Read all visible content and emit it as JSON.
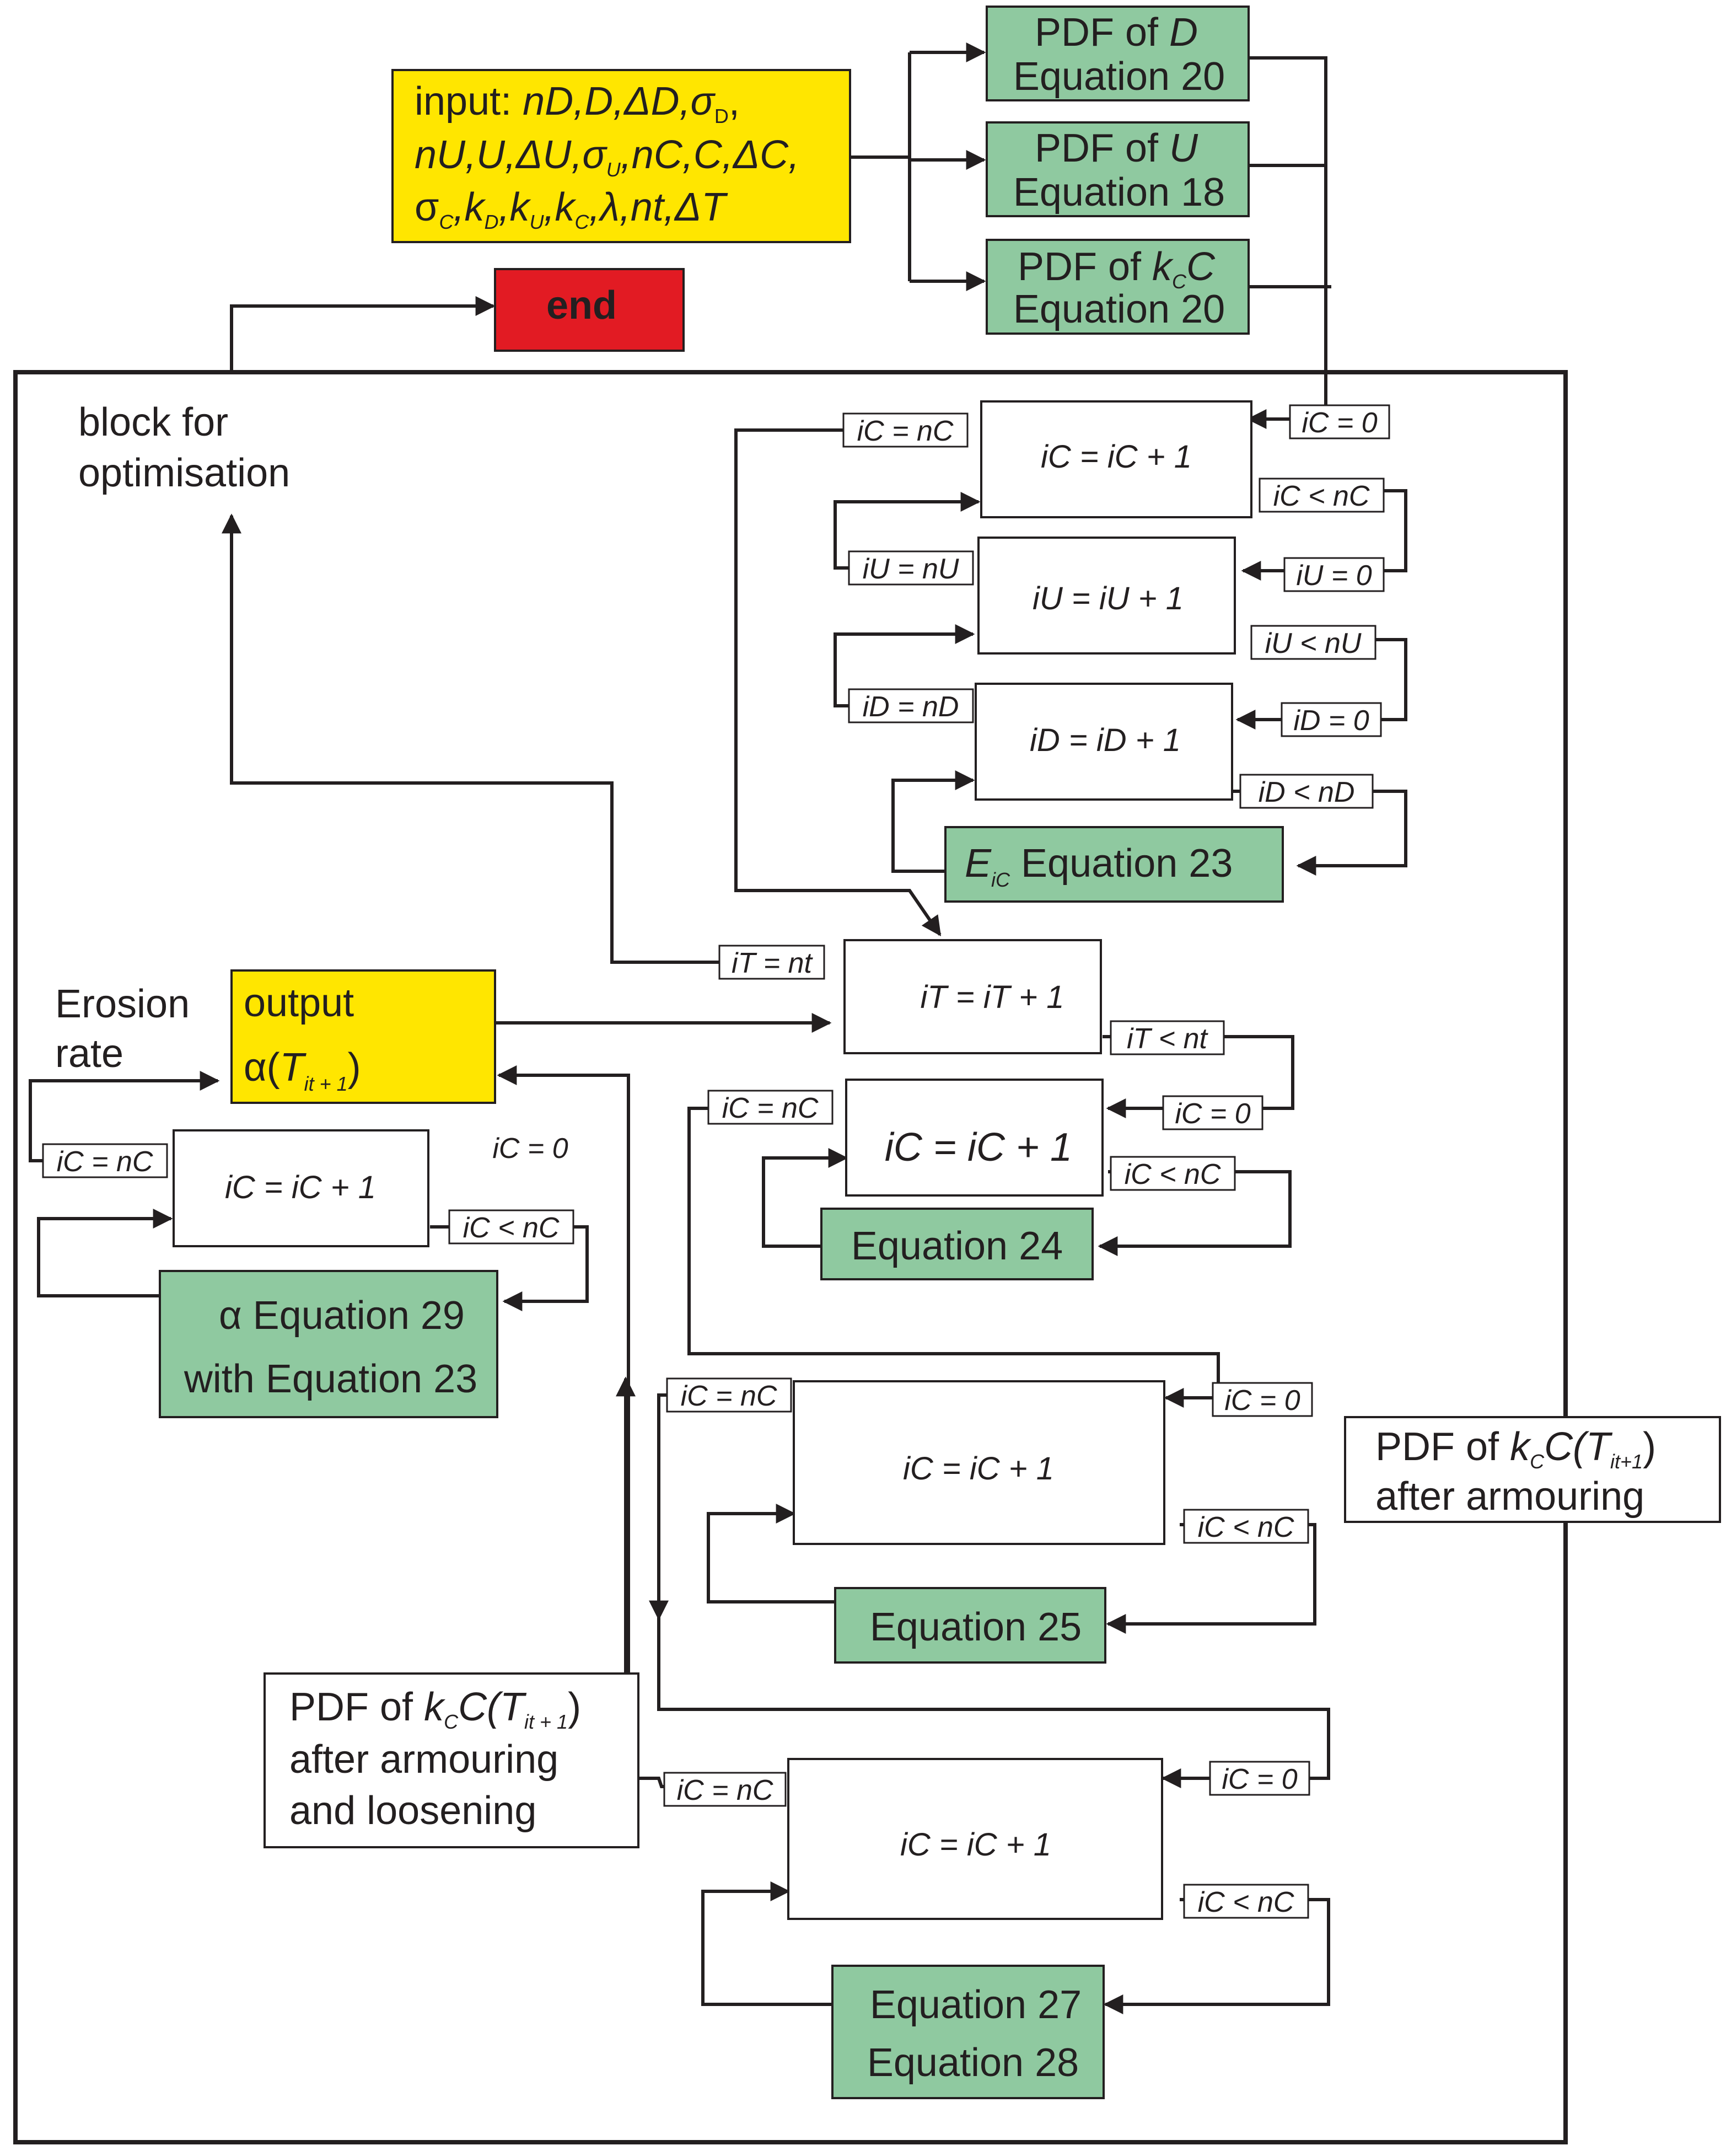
{
  "colors": {
    "yellow": "#ffe600",
    "green": "#8fc9a0",
    "red": "#e21b23",
    "line": "#231f20",
    "white": "#ffffff"
  },
  "input": {
    "prefix": "input: ",
    "line1_vars": "nD,D,ΔD,σ",
    "line1_sub": "D",
    "line2": "nU,U,ΔU,σ",
    "line2_sub": "U",
    "line2_rest": ",nC,C,ΔC,",
    "line3_a": "σ",
    "line3_sub_c": "C",
    "line3_k": ",k",
    "line3_sub_d": "D",
    "line3_k2": ",k",
    "line3_sub_u": "U",
    "line3_k3": ",k",
    "line3_sub_c2": "C",
    "line3_end": ",λ,nt,ΔT"
  },
  "end_label": "end",
  "pdf_d": {
    "line1_a": "PDF of ",
    "line1_b": "D",
    "line2": "Equation 20"
  },
  "pdf_u": {
    "line1_a": "PDF of ",
    "line1_b": "U",
    "line2": "Equation 18"
  },
  "pdf_kc": {
    "line1_a": "PDF of ",
    "line1_k": "k",
    "line1_sub": "C",
    "line1_c": "C",
    "line2": "Equation 20"
  },
  "block_label": {
    "line1": "block for",
    "line2": "optimisation"
  },
  "loop_ic_top": {
    "body": "iC = iC + 1",
    "exit": "iC = nC",
    "init": "iC = 0",
    "cont": "iC < nC"
  },
  "loop_iu": {
    "body": "iU = iU + 1",
    "exit": "iU = nU",
    "init": "iU = 0",
    "cont": "iU < nU"
  },
  "loop_id": {
    "body": "iD = iD + 1",
    "exit": "iD = nD",
    "init": "iD = 0",
    "cont": "iD < nD"
  },
  "eic": {
    "e": "E",
    "sub": "iC",
    "rest": " Equation 23"
  },
  "loop_it": {
    "body": "iT = iT + 1",
    "exit": "iT = nt",
    "cont": "iT < nt"
  },
  "output": {
    "line1": "output",
    "alpha": "α(",
    "t": "T",
    "sub": "it + 1",
    "close": ")"
  },
  "erosion": {
    "line1": "Erosion",
    "line2": "rate"
  },
  "loop_alpha": {
    "body": "iC = iC + 1",
    "exit": "iC = nC",
    "init": "iC = 0",
    "cont": "iC < nC"
  },
  "alpha_eq": {
    "line1": "α Equation 29",
    "line2": "with Equation 23"
  },
  "loop_eq24": {
    "body": "iC = iC + 1",
    "exit": "iC = nC",
    "init": "iC = 0",
    "cont": "iC < nC"
  },
  "eq24": "Equation 24",
  "loop_eq25": {
    "body": "iC = iC + 1",
    "exit": "iC = nC",
    "init": "iC = 0",
    "cont": "iC < nC"
  },
  "eq25": "Equation 25",
  "pdf_armour": {
    "line1_a": "PDF of ",
    "line1_k": "k",
    "line1_sub": "C",
    "line1_c": "C(",
    "line1_t": "T",
    "line1_tsub": "it+1",
    "line1_close": ")",
    "line2": "after armouring"
  },
  "loop_eq27": {
    "body": "iC = iC + 1",
    "exit": "iC = nC",
    "init": "iC = 0",
    "cont": "iC < nC"
  },
  "eq27": {
    "line1": "Equation 27",
    "line2": "Equation 28"
  },
  "pdf_loosen": {
    "line1_a": "PDF of ",
    "line1_k": "k",
    "line1_sub": "C",
    "line1_c": "C(",
    "line1_t": "T",
    "line1_tsub": "it + 1",
    "line1_close": ")",
    "line2": "after armouring",
    "line3": "and loosening"
  }
}
